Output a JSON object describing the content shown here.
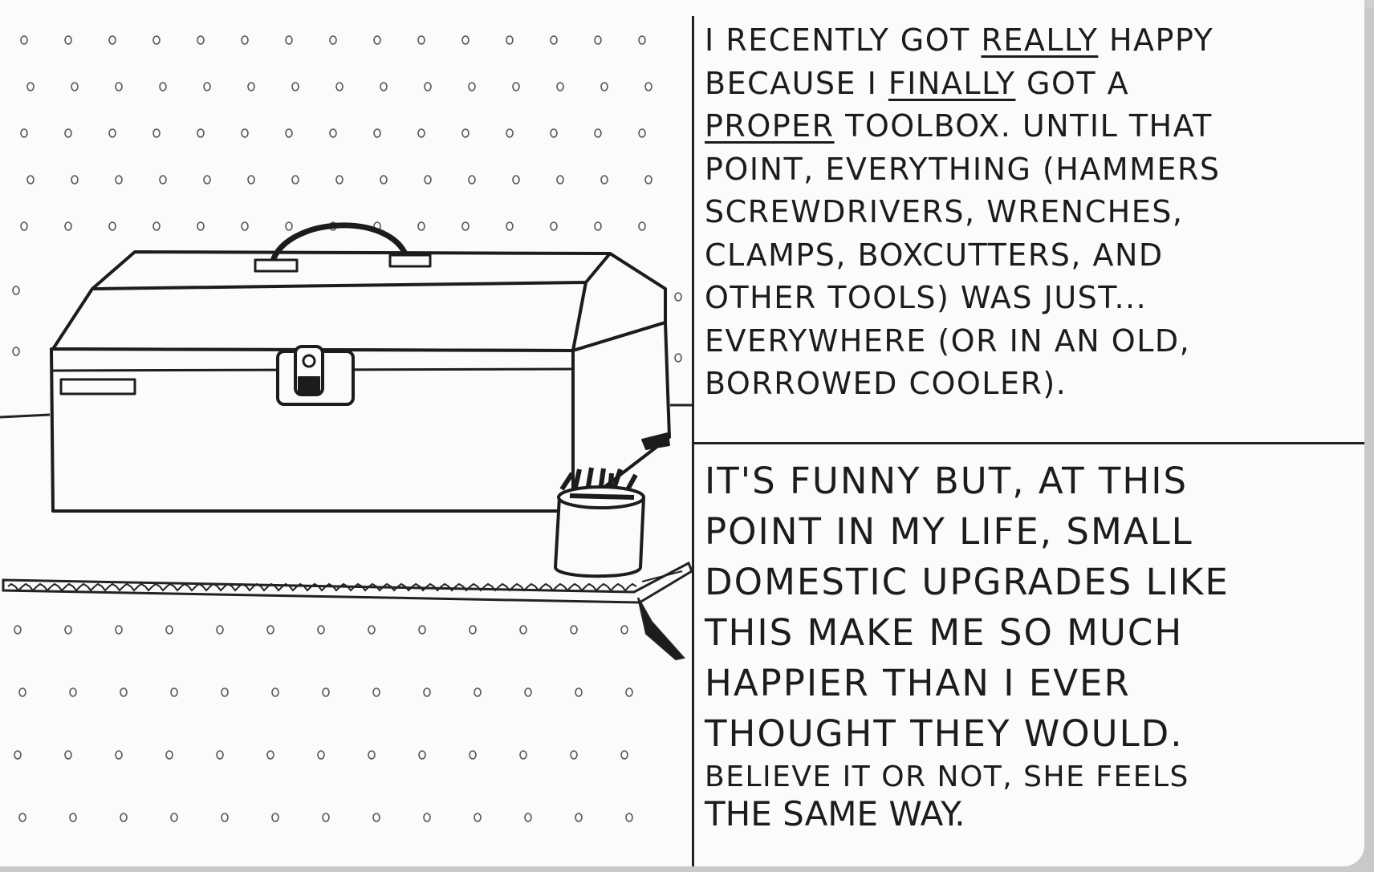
{
  "comic": {
    "panel_top": {
      "lines": [
        {
          "pre": "I recently got ",
          "em": "really",
          "post": " happy"
        },
        {
          "pre": "because I ",
          "em": "finally",
          "post": " got a"
        },
        {
          "pre": "",
          "em": "proper",
          "post": " toolbox. Until that"
        },
        {
          "pre": "point, everything (hammers",
          "em": "",
          "post": ""
        },
        {
          "pre": "screwdrivers, wrenches,",
          "em": "",
          "post": ""
        },
        {
          "pre": "clamps, boxcutters, and",
          "em": "",
          "post": ""
        },
        {
          "pre": "other tools) was just...",
          "em": "",
          "post": ""
        },
        {
          "pre": "everywhere (or in an old,",
          "em": "",
          "post": ""
        },
        {
          "pre": "borrowed cooler).",
          "em": "",
          "post": ""
        }
      ]
    },
    "panel_bottom": {
      "lines": [
        "It's funny but, at this",
        "point in my life, small",
        "domestic upgrades like",
        "this make me so much",
        "happier than I ever",
        "thought they would.",
        "Believe it or not, she feels",
        "the same way."
      ]
    },
    "colors": {
      "ink": "#1c1c1c",
      "paper": "#fbfbf9",
      "scan_edge": "#c9c9c9"
    },
    "illustration": {
      "icons": [
        "pegboard",
        "toolbox-icon",
        "pencil-cup-icon",
        "shelf"
      ]
    }
  }
}
